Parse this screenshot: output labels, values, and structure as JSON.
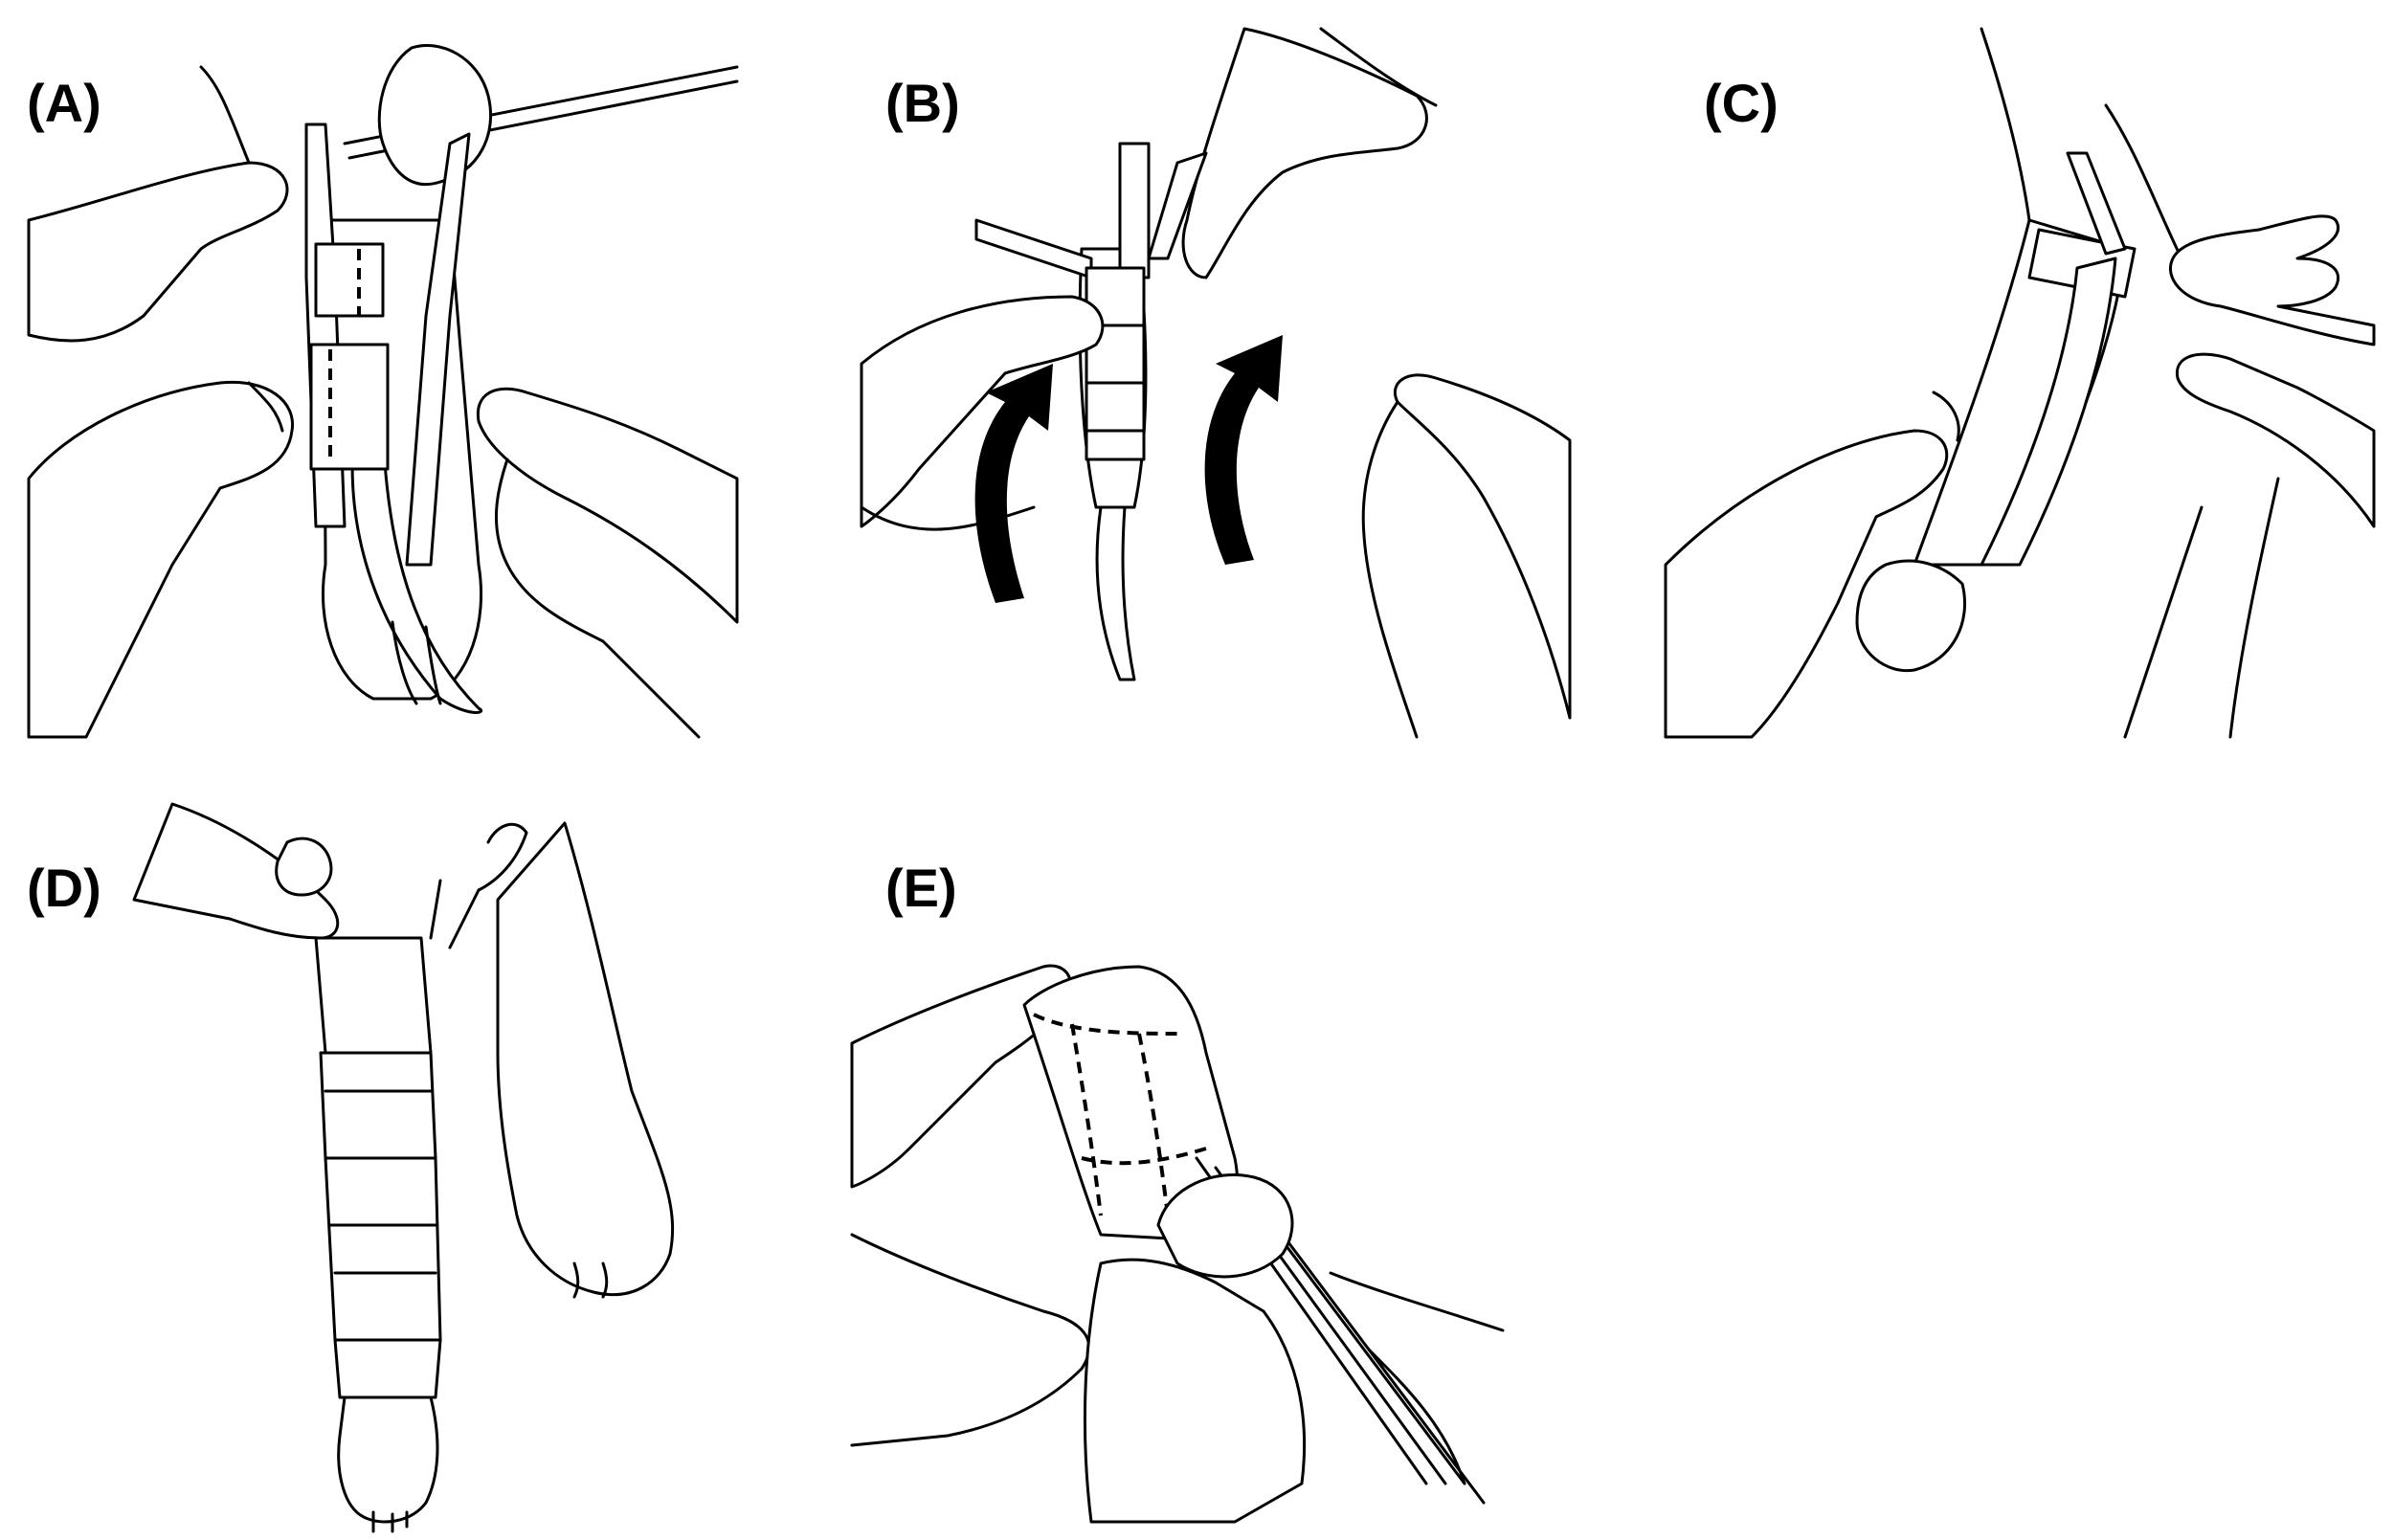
{
  "panels": [
    {
      "id": "A",
      "label": "(A)"
    },
    {
      "id": "B",
      "label": "(B)"
    },
    {
      "id": "C",
      "label": "(C)"
    },
    {
      "id": "D",
      "label": "(D)"
    },
    {
      "id": "E",
      "label": "(E)"
    }
  ]
}
